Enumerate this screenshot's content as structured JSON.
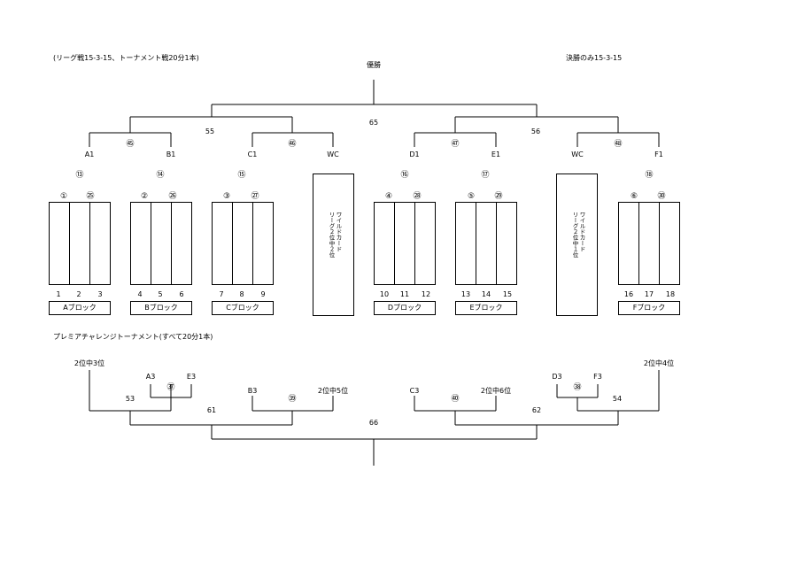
{
  "notes": {
    "league_rule": "(リーグ戦15-3-15、トーナメント戦20分1本)",
    "final_rule": "決勝のみ15-3-15",
    "premier_title": "プレミアチャレンジトーナメント(すべて20分1本)"
  },
  "main": {
    "champion": "優勝",
    "final_match": "65",
    "semi_left": "55",
    "semi_right": "56",
    "qf_labels": [
      "A1",
      "B1",
      "C1",
      "WC",
      "D1",
      "E1",
      "WC",
      "F1"
    ],
    "qf_matches": [
      "㊺",
      "㊻",
      "㊼",
      "㊽"
    ],
    "r1_matches": [
      "⑬",
      "⑭",
      "⑮",
      "⑯",
      "⑰",
      "⑱"
    ]
  },
  "blocks": [
    {
      "name": "Aブロック",
      "matches": [
        "①",
        "㉕"
      ],
      "teams": [
        "1",
        "2",
        "3"
      ]
    },
    {
      "name": "Bブロック",
      "matches": [
        "②",
        "㉖"
      ],
      "teams": [
        "4",
        "5",
        "6"
      ]
    },
    {
      "name": "Cブロック",
      "matches": [
        "③",
        "㉗"
      ],
      "teams": [
        "7",
        "8",
        "9"
      ]
    },
    {
      "name": "Dブロック",
      "matches": [
        "④",
        "㉘"
      ],
      "teams": [
        "10",
        "11",
        "12"
      ]
    },
    {
      "name": "Eブロック",
      "matches": [
        "⑤",
        "㉙"
      ],
      "teams": [
        "13",
        "14",
        "15"
      ]
    },
    {
      "name": "Fブロック",
      "matches": [
        "⑥",
        "㉚"
      ],
      "teams": [
        "16",
        "17",
        "18"
      ]
    }
  ],
  "wildcards": [
    {
      "line1": "ワイルドカード",
      "line2": "リーグ２位中２位"
    },
    {
      "line1": "ワイルドカード",
      "line2": "リーグ２位中１位"
    }
  ],
  "premier": {
    "seed_left": "2位中3位",
    "seed_right": "2位中4位",
    "a3": "A3",
    "e3": "E3",
    "m37": "㊲",
    "b3": "B3",
    "s5": "2位中5位",
    "m39": "㊴",
    "c3": "C3",
    "s6": "2位中6位",
    "m40": "㊵",
    "d3": "D3",
    "f3": "F3",
    "m38": "㊳",
    "m53": "53",
    "m54": "54",
    "m61": "61",
    "m62": "62",
    "final": "66"
  }
}
